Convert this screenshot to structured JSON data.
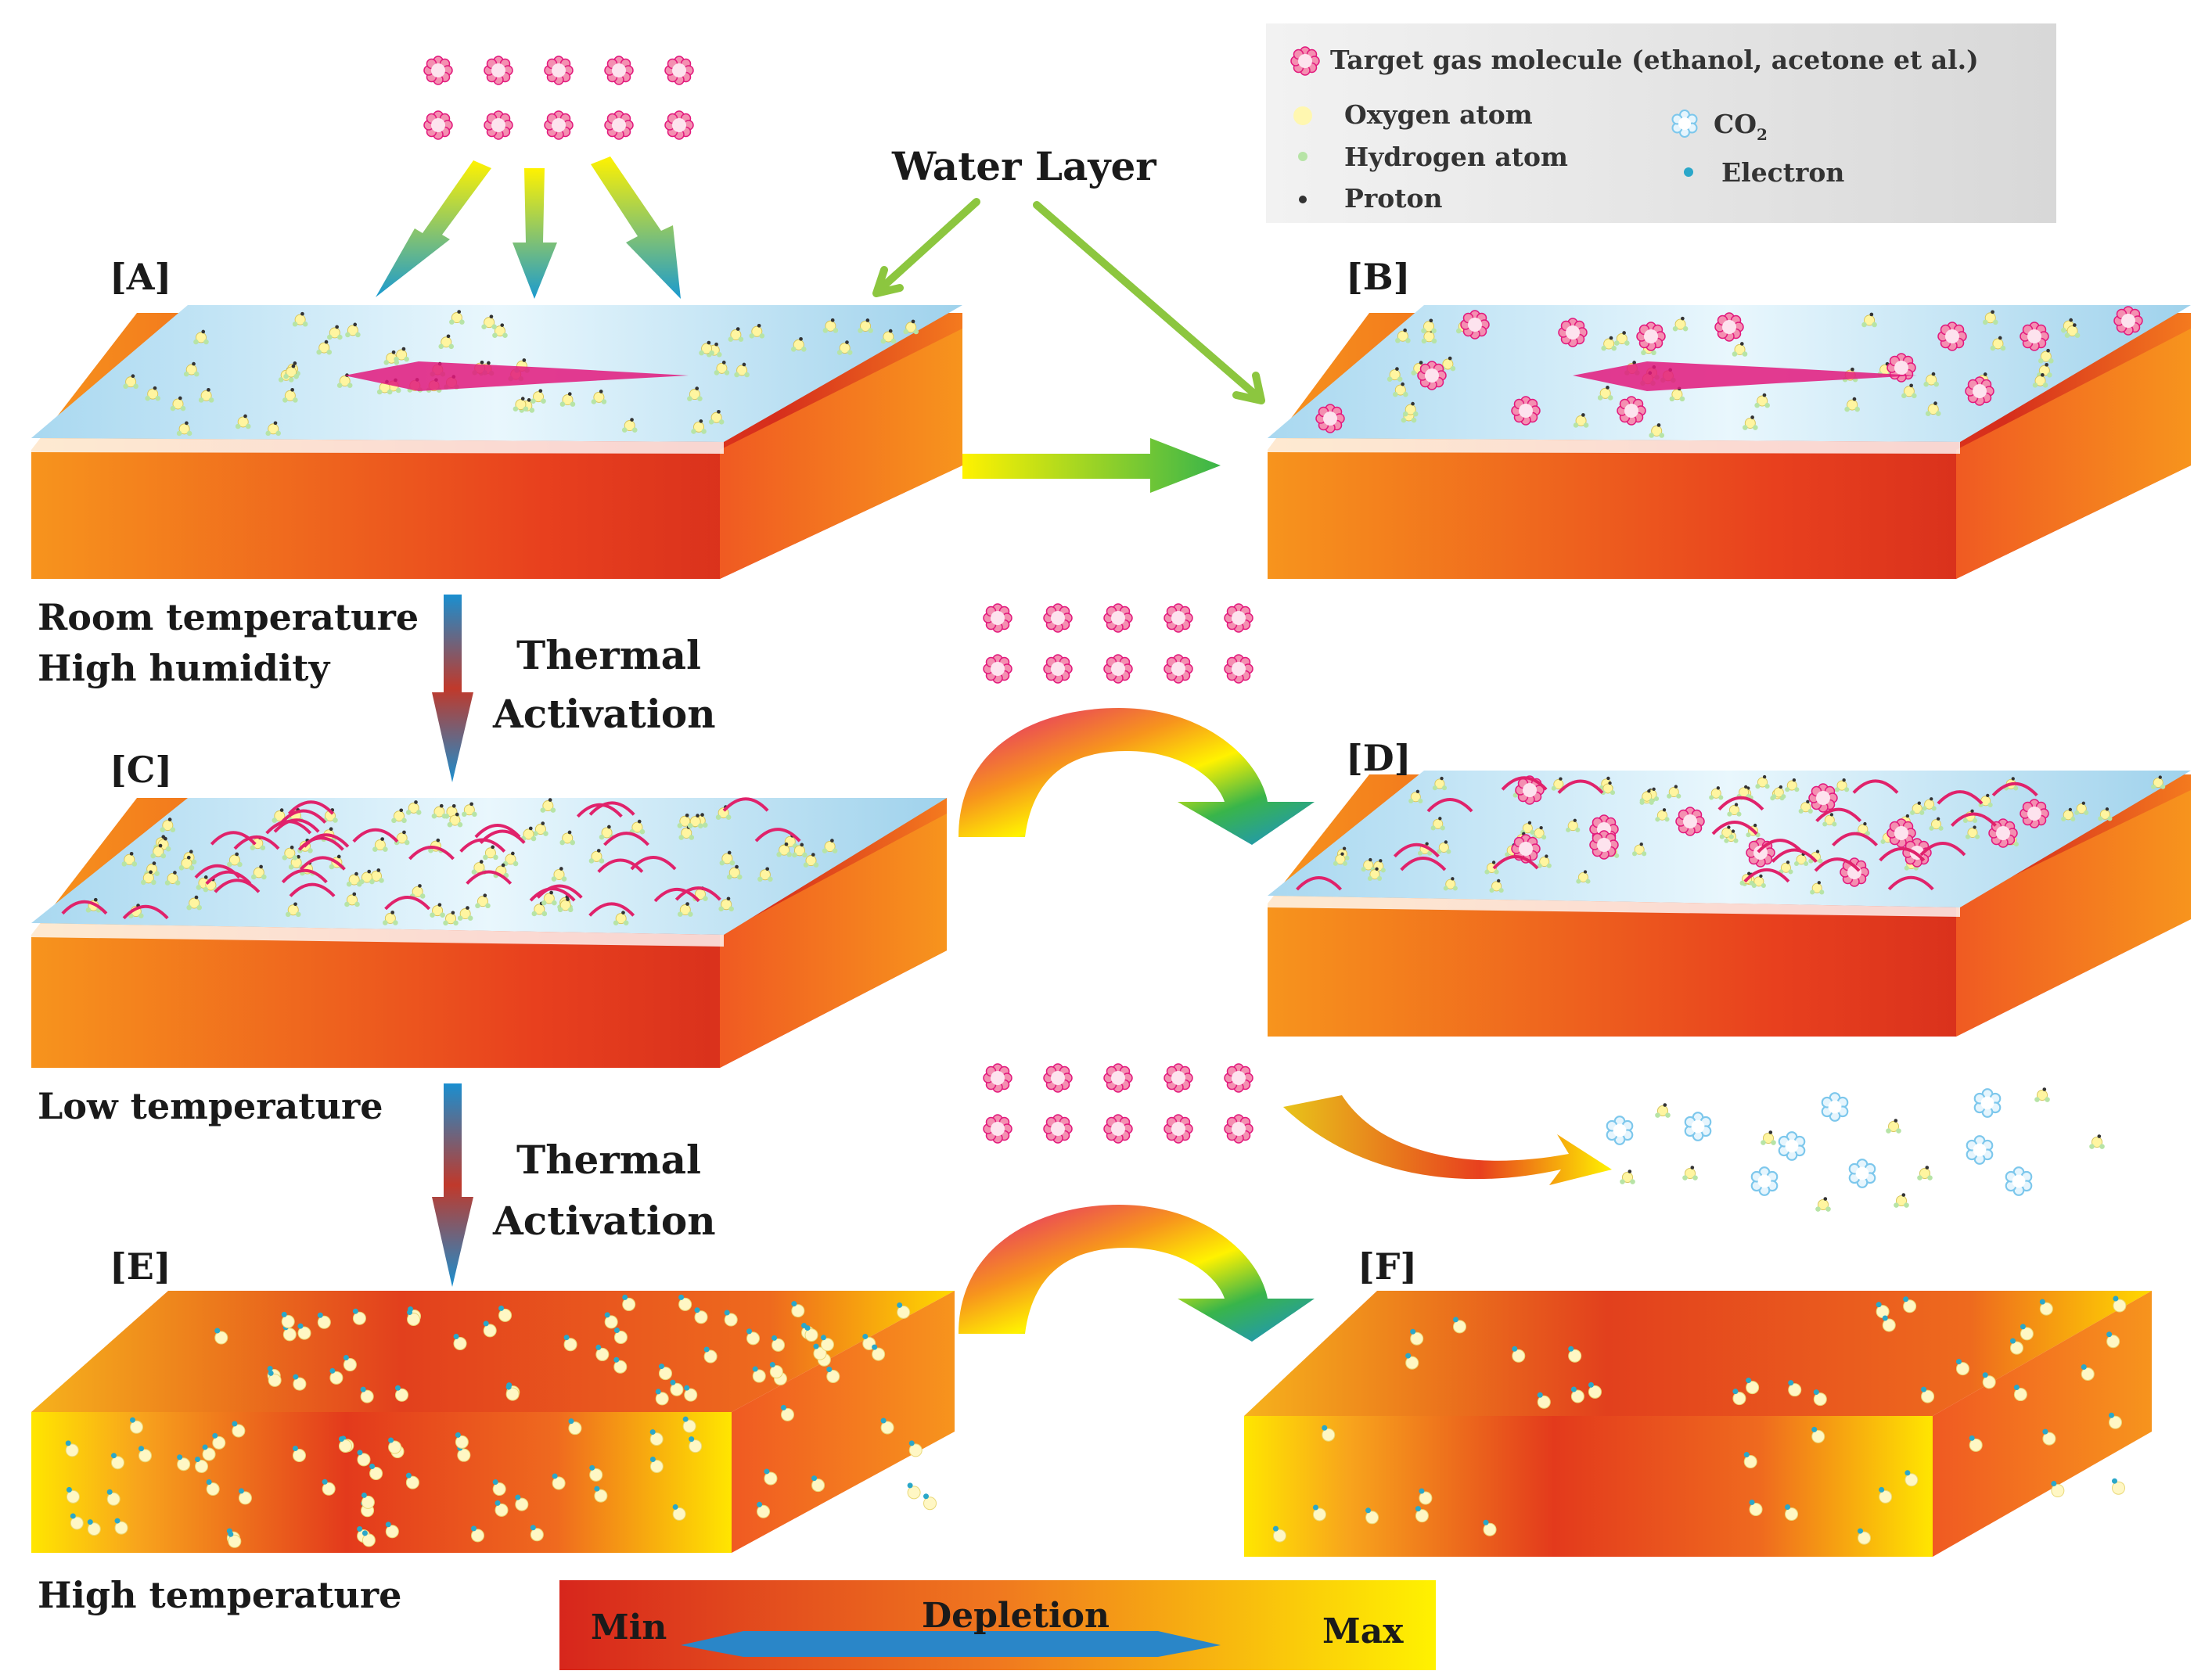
{
  "panels": {
    "a": "[A]",
    "b": "[B]",
    "c": "[C]",
    "d": "[D]",
    "e": "[E]",
    "f": "[F]"
  },
  "labels": {
    "water_layer": "Water Layer",
    "room_temperature": "Room temperature",
    "high_humidity": "High humidity",
    "low_temperature": "Low temperature",
    "high_temperature": "High temperature",
    "thermal_1": "Thermal",
    "activation_1": "Activation",
    "thermal_2": "Thermal",
    "activation_2": "Activation"
  },
  "legend": {
    "target_gas": "Target gas molecule (ethanol, acetone et al.)",
    "oxygen": "Oxygen atom",
    "hydrogen": "Hydrogen atom",
    "proton": "Proton",
    "co2_main": "CO",
    "co2_sub": "2",
    "electron": "Electron"
  },
  "colorbar": {
    "min": "Min",
    "title": "Depletion",
    "max": "Max"
  },
  "colors": {
    "water": "#bfe3f5",
    "slab_red": "#e33a1c",
    "slab_orange": "#f7941d",
    "yellow": "#ffe600",
    "gas_pink": "#f06292",
    "oxygen": "#fff7b0",
    "co2_blue": "#a8d8f0",
    "electron": "#2aa7c9",
    "arrow_green": "#8cc63f",
    "magenta": "#d9267f"
  }
}
